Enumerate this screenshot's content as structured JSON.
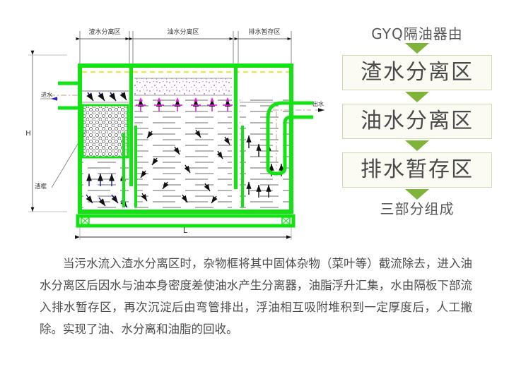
{
  "diagram": {
    "zone_labels": [
      {
        "id": "slag-water-zone",
        "text": "渣水分离区"
      },
      {
        "id": "oil-water-zone",
        "text": "油水分离区"
      },
      {
        "id": "drain-buffer-zone",
        "text": "排水暂存区"
      }
    ],
    "dimensions": {
      "height_label": "H",
      "length_label": "L"
    },
    "callouts": {
      "inlet": "进水",
      "outlet": "出水",
      "slag_basket": "渣框"
    },
    "colors": {
      "vessel_green": "#13e313",
      "flow_arrow_blue": "#2222cc",
      "oil_rise_magenta": "#e020e0",
      "lid_dash_yellow": "#e8e84a",
      "hatch_gray": "#6b6b6b"
    }
  },
  "flow": {
    "head": "GYQ隔油器由",
    "foot": "三部分组成",
    "steps": [
      {
        "label": "渣水分离区"
      },
      {
        "label": "油水分离区"
      },
      {
        "label": "排水暂存区"
      }
    ],
    "arrow_color": "#7fb339",
    "box_border": "#cfdcb4",
    "box_fill": "#fbfbf4"
  },
  "paragraph": {
    "text": "当污水流入渣水分离区时，杂物框将其中固体杂物（菜叶等）截流除去，进入油水分离区后因水与油本身密度差使油水产生分离器，油脂浮升汇集，水由隔板下部流入排水暂存区，再次沉淀后由弯管排出，浮油相互吸附堆积到一定厚度后，人工撇除。实现了油、水分离和油脂的回收。"
  }
}
